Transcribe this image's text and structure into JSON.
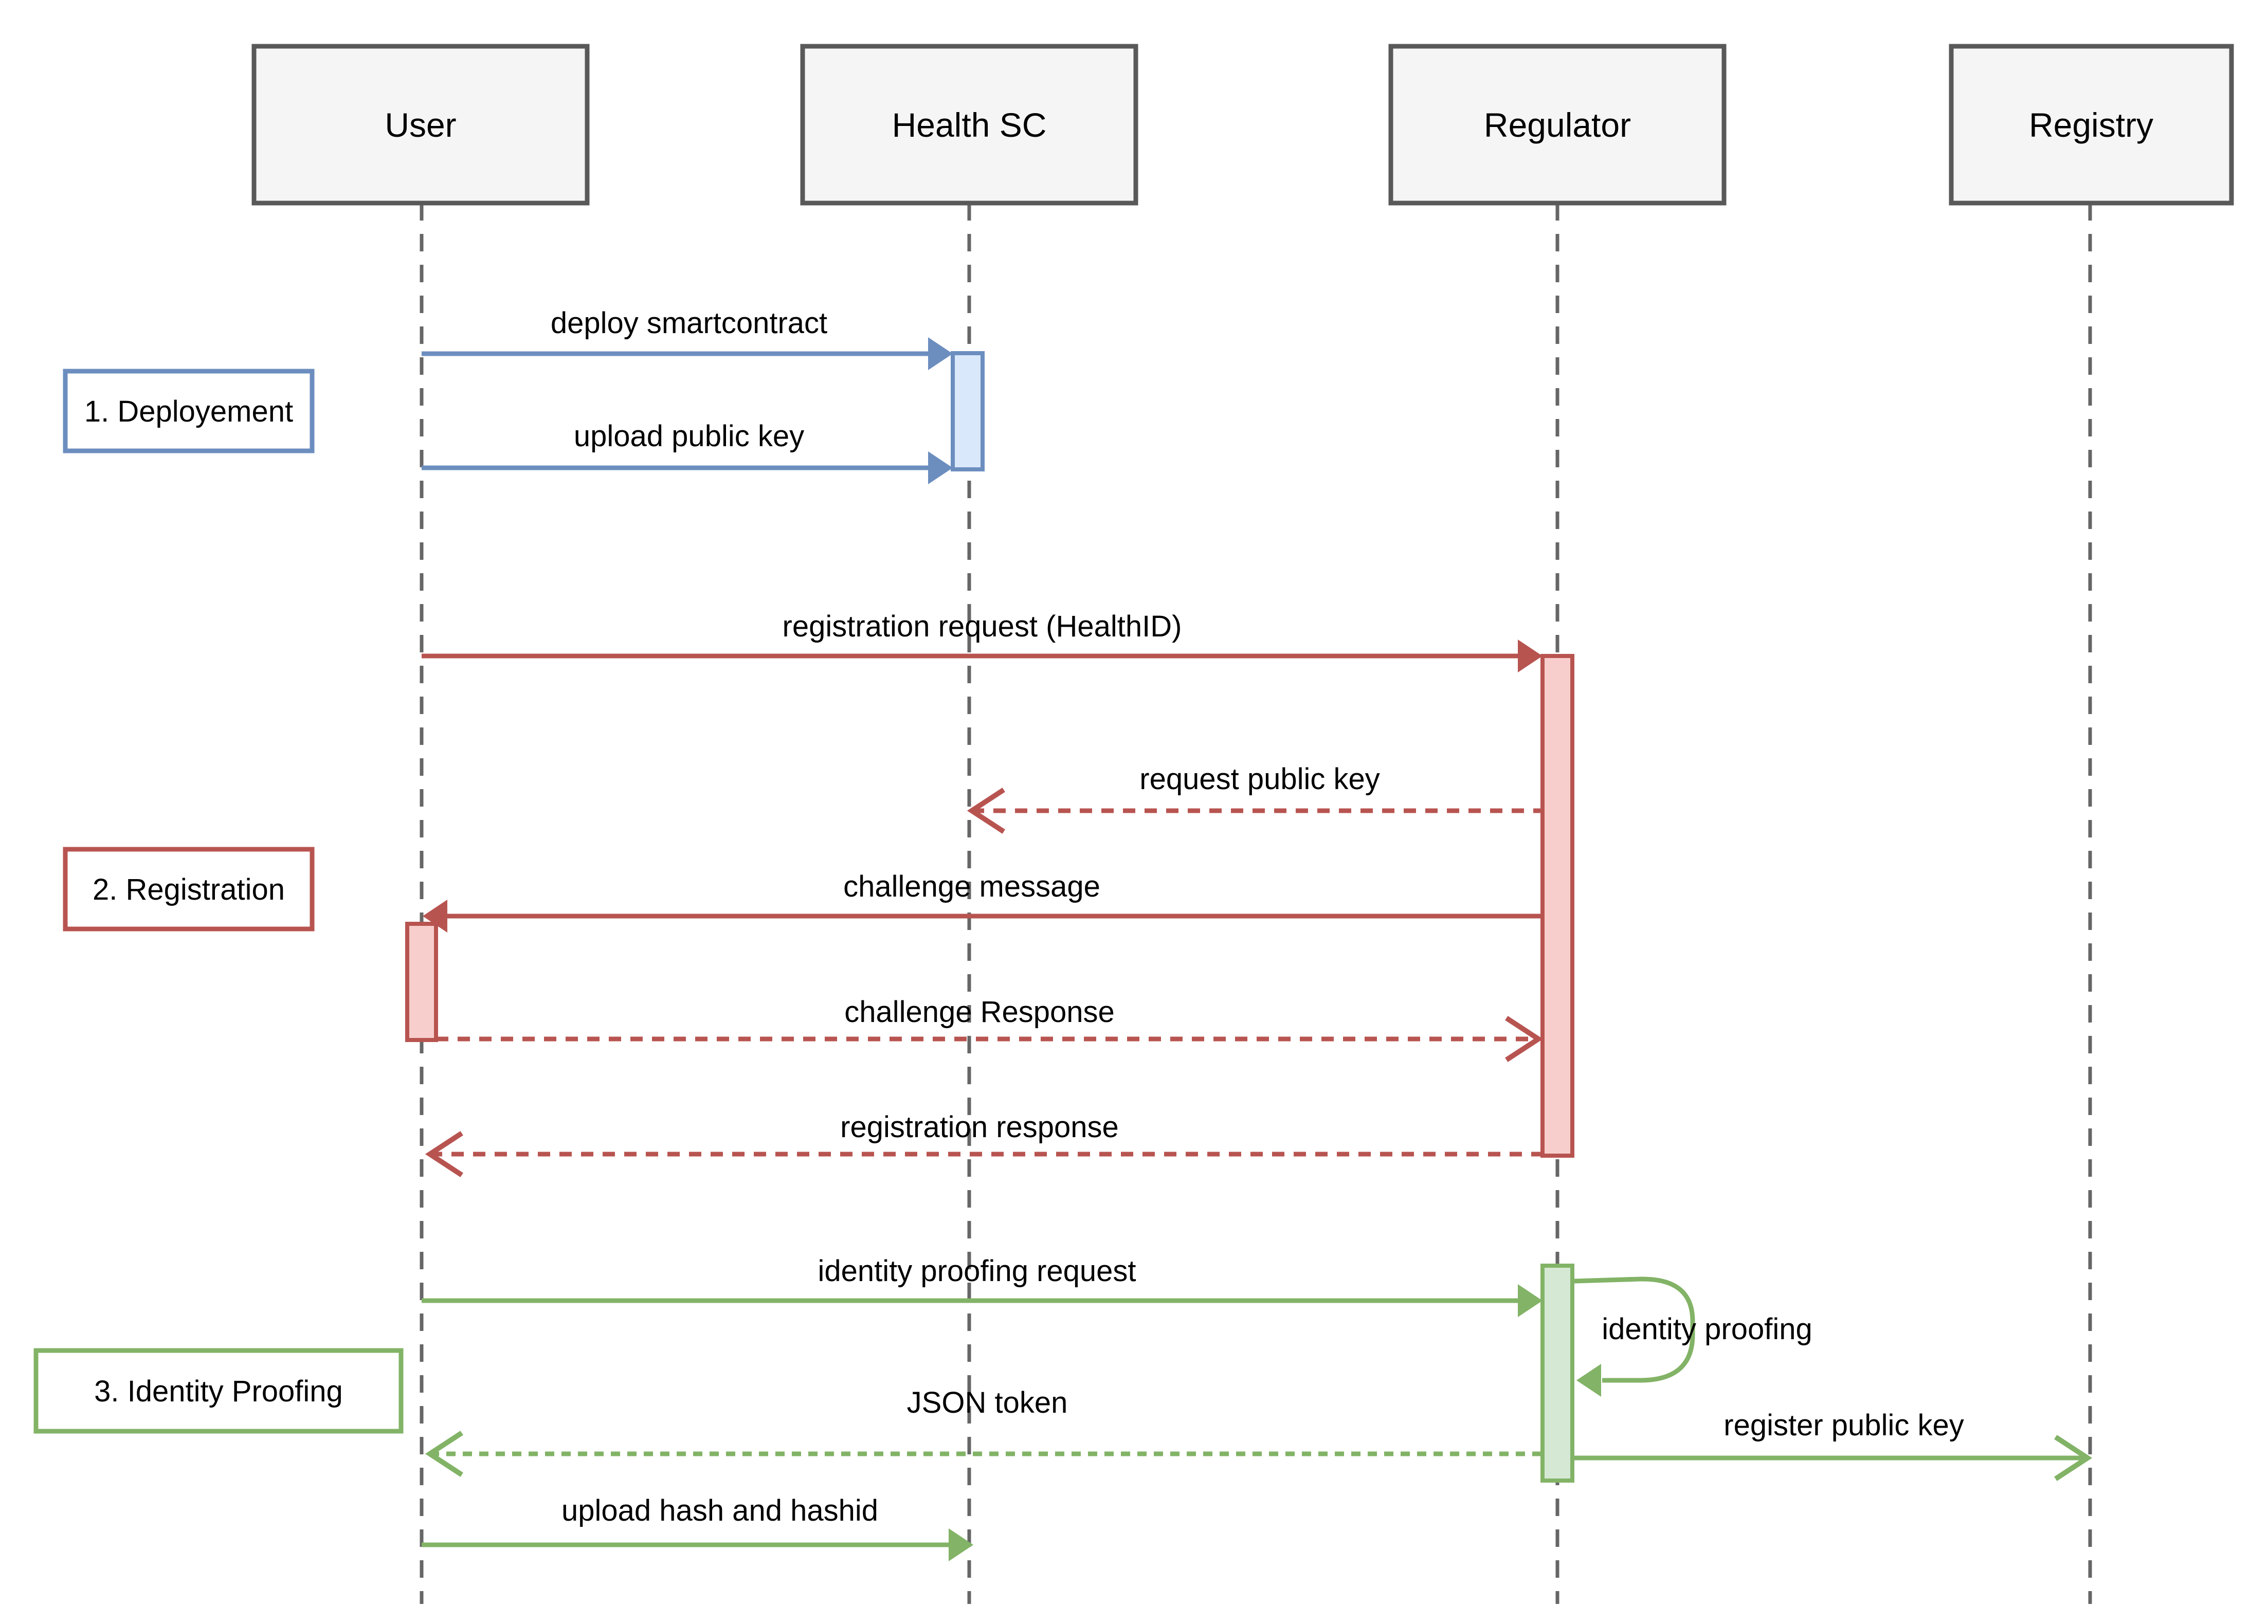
{
  "title": "Health blockchain identity sequence diagram",
  "actors": [
    {
      "label": "User"
    },
    {
      "label": "Health SC"
    },
    {
      "label": "Regulator"
    },
    {
      "label": "Registry"
    }
  ],
  "phases": [
    {
      "label": "1. Deployement",
      "color": "#6c8ebf"
    },
    {
      "label": "2. Registration",
      "color": "#b85450"
    },
    {
      "label": "3. Identity Proofing",
      "color": "#82b366"
    }
  ],
  "messages": [
    {
      "label": "deploy smartcontract",
      "from": "User",
      "to": "Health SC",
      "line": "solid",
      "head": "filled",
      "color": "#6c8ebf"
    },
    {
      "label": "upload public key",
      "from": "User",
      "to": "Health SC",
      "line": "solid",
      "head": "filled",
      "color": "#6c8ebf"
    },
    {
      "label": "registration request (HealthID)",
      "from": "User",
      "to": "Regulator",
      "line": "solid",
      "head": "filled",
      "color": "#b85450"
    },
    {
      "label": "request public key",
      "from": "Regulator",
      "to": "Health SC",
      "line": "dashed",
      "head": "open",
      "color": "#b85450"
    },
    {
      "label": "challenge message",
      "from": "Regulator",
      "to": "User",
      "line": "solid",
      "head": "filled",
      "color": "#b85450"
    },
    {
      "label": "challenge Response",
      "from": "User",
      "to": "Regulator",
      "line": "dashed",
      "head": "open",
      "color": "#b85450"
    },
    {
      "label": "registration response",
      "from": "Regulator",
      "to": "User",
      "line": "dashed",
      "head": "open",
      "color": "#b85450"
    },
    {
      "label": "identity proofing request",
      "from": "User",
      "to": "Regulator",
      "line": "solid",
      "head": "filled",
      "color": "#82b366"
    },
    {
      "label": "identity proofing",
      "from": "Regulator",
      "to": "Regulator",
      "line": "solid",
      "head": "filled",
      "color": "#82b366"
    },
    {
      "label": "JSON token",
      "from": "Regulator",
      "to": "User",
      "line": "dashed",
      "head": "open",
      "color": "#82b366"
    },
    {
      "label": "register public key",
      "from": "Regulator",
      "to": "Registry",
      "line": "solid",
      "head": "open",
      "color": "#82b366"
    },
    {
      "label": "upload hash and hashid",
      "from": "User",
      "to": "Health SC",
      "line": "solid",
      "head": "filled",
      "color": "#82b366"
    }
  ],
  "colors": {
    "blue": "#6c8ebf",
    "blue_fill": "#dae8fc",
    "red": "#b85450",
    "red_fill": "#f8cecc",
    "green": "#82b366",
    "green_fill": "#d5e8d4",
    "actor_fill": "#f5f5f5",
    "actor_border": "#595959",
    "lifeline": "#666666",
    "text": "#000000",
    "background": "#ffffff"
  }
}
